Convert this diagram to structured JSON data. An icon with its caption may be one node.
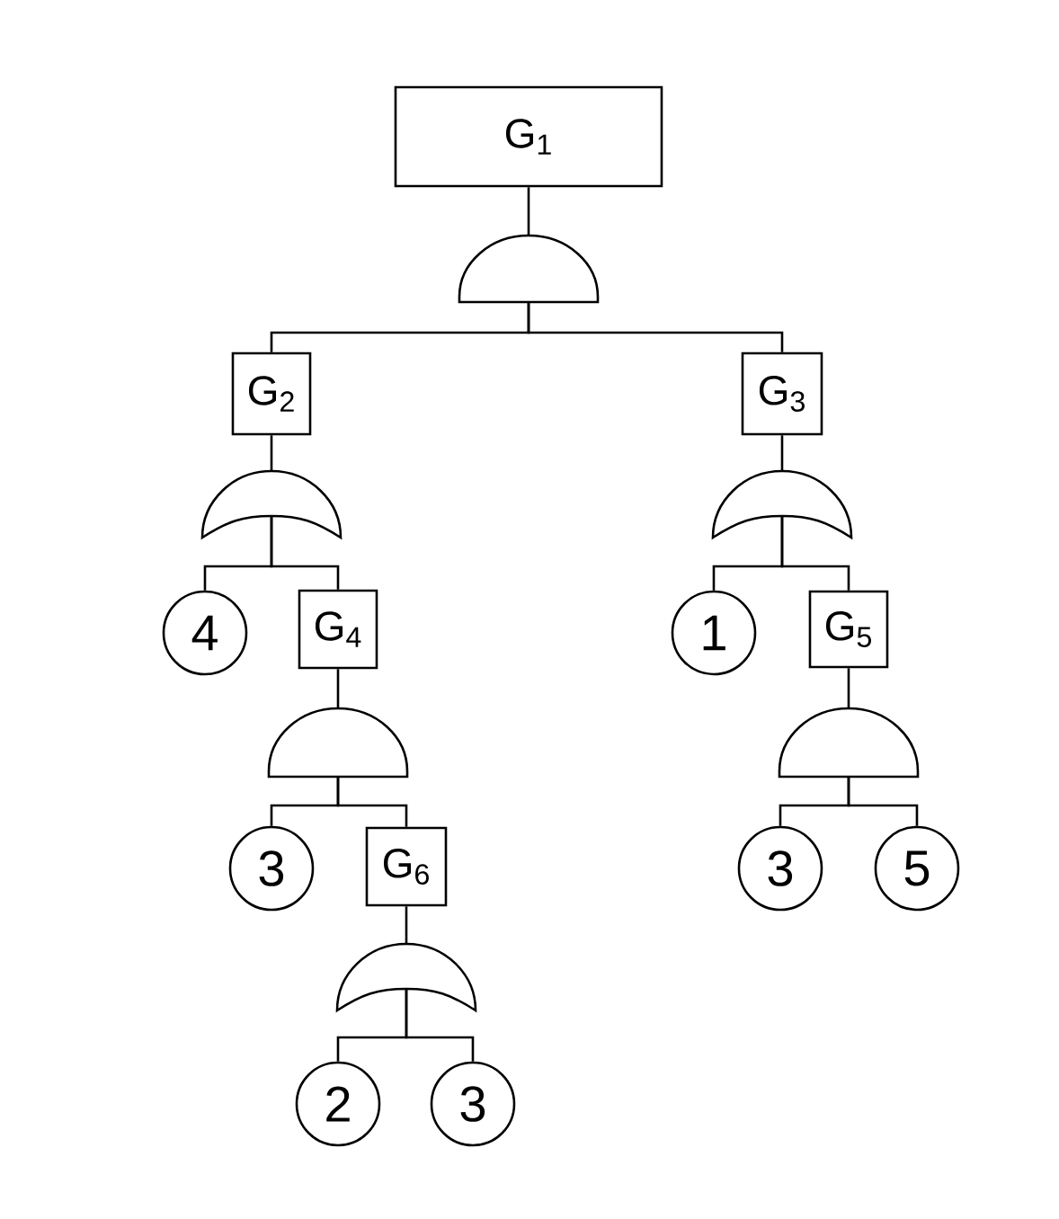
{
  "diagram": {
    "nodes": [
      {
        "text": [
          "G$_{1}$"
        ]
      },
      {
        "text": [],
        "shape": "and-gate"
      },
      {
        "text": [
          "G$_{2}$"
        ]
      },
      {
        "text": [
          "G$_{3}$"
        ]
      },
      {
        "text": [],
        "shape": "or-gate"
      },
      {
        "text": [],
        "shape": "or-gate"
      },
      {
        "text": [
          "4"
        ]
      },
      {
        "text": [
          "G$_{4}$"
        ]
      },
      {
        "text": [
          "1"
        ]
      },
      {
        "text": [
          "G$_{5}$"
        ]
      },
      {
        "text": [],
        "shape": "and-gate"
      },
      {
        "text": [],
        "shape": "and-gate"
      },
      {
        "text": [
          "3"
        ]
      },
      {
        "text": [
          "G$_{6}$"
        ]
      },
      {
        "text": [
          "3"
        ]
      },
      {
        "text": [
          "5"
        ]
      },
      {
        "text": [],
        "shape": "or-gate"
      },
      {
        "text": [
          "2"
        ]
      },
      {
        "text": [
          "3"
        ]
      }
    ],
    "edges": [
      {
        "from": 0,
        "to": 1,
        "arrow": "none"
      },
      {
        "from": 1,
        "to": 2,
        "arrow": "none"
      },
      {
        "from": 1,
        "to": 3,
        "arrow": "none"
      },
      {
        "from": 2,
        "to": 4,
        "arrow": "none"
      },
      {
        "from": 3,
        "to": 5,
        "arrow": "none"
      },
      {
        "from": 4,
        "to": 6,
        "arrow": "none"
      },
      {
        "from": 4,
        "to": 7,
        "arrow": "none"
      },
      {
        "from": 5,
        "to": 8,
        "arrow": "none"
      },
      {
        "from": 5,
        "to": 9,
        "arrow": "none"
      },
      {
        "from": 7,
        "to": 10,
        "arrow": "none"
      },
      {
        "from": 9,
        "to": 11,
        "arrow": "none"
      },
      {
        "from": 10,
        "to": 12,
        "arrow": "none"
      },
      {
        "from": 10,
        "to": 13,
        "arrow": "none"
      },
      {
        "from": 11,
        "to": 14,
        "arrow": "none"
      },
      {
        "from": 11,
        "to": 15,
        "arrow": "none"
      },
      {
        "from": 13,
        "to": 16,
        "arrow": "none"
      },
      {
        "from": 16,
        "to": 17,
        "arrow": "none"
      },
      {
        "from": 16,
        "to": 18,
        "arrow": "none"
      }
    ]
  }
}
